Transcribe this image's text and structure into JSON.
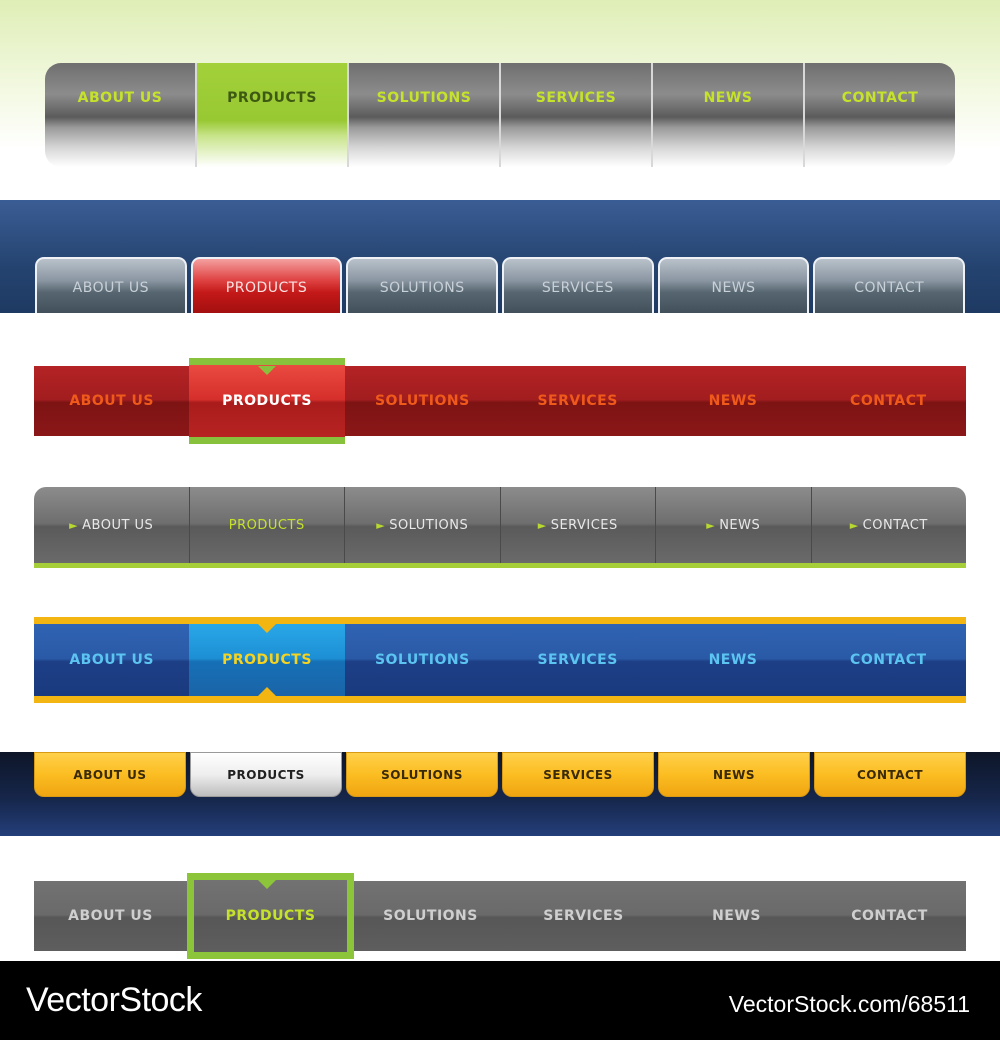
{
  "menu_items": [
    "ABOUT US",
    "PRODUCTS",
    "SOLUTIONS",
    "SERVICES",
    "NEWS",
    "CONTACT"
  ],
  "menu_items_mixed": [
    "About Us",
    "Products",
    "Solutions",
    "Services",
    "News",
    "Contact"
  ],
  "active_item": "PRODUCTS",
  "navbars": [
    {
      "style": "gray-glossy",
      "accent_color": "#a2d13a"
    },
    {
      "style": "blue-tabs",
      "accent_color": "#c41919"
    },
    {
      "style": "red-bar",
      "accent_color": "#88c23c"
    },
    {
      "style": "gray-separators",
      "accent_color": "#a6ce39",
      "item_icon": "arrow-icon"
    },
    {
      "style": "blue-yellow",
      "accent_color": "#f3b512"
    },
    {
      "style": "orange-pills",
      "accent_color": "#fbbd22"
    },
    {
      "style": "dark-gray-box",
      "accent_color": "#8cc43a"
    }
  ],
  "footer": {
    "logo": "VectorStock",
    "id_text": "VectorStock.com/68511"
  }
}
